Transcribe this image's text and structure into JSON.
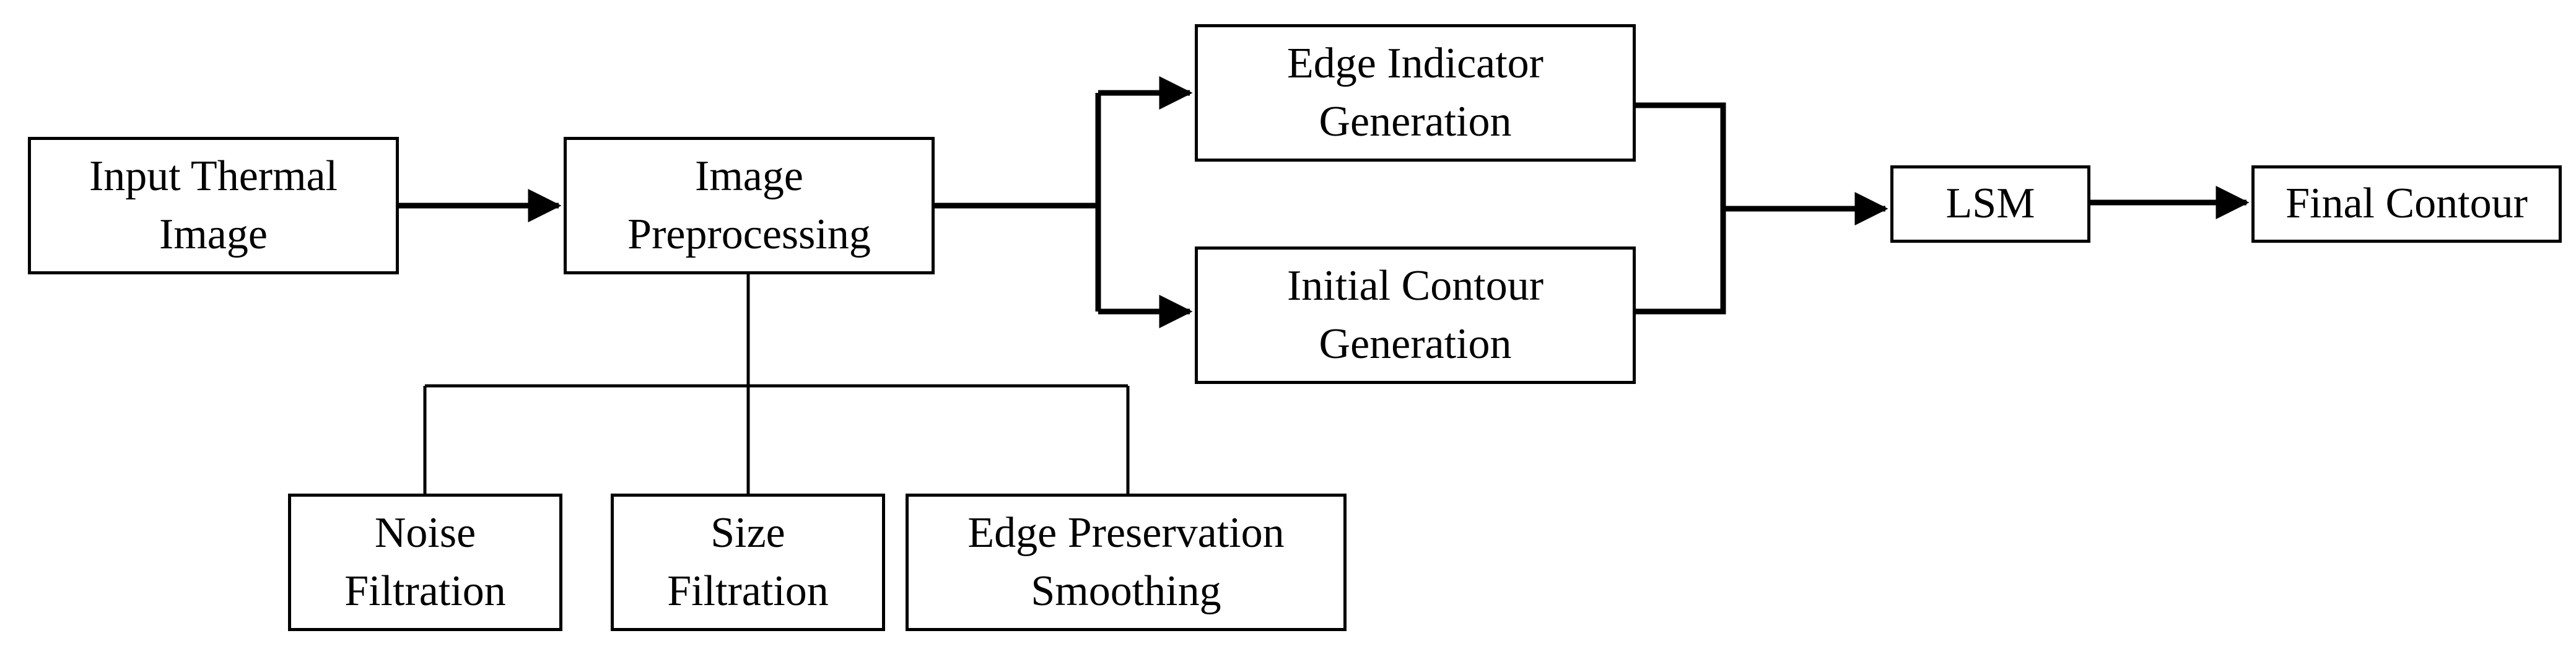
{
  "diagram": {
    "nodes": {
      "input": {
        "lines": [
          "Input Thermal",
          "Image"
        ]
      },
      "preprocessing": {
        "lines": [
          "Image",
          "Preprocessing"
        ]
      },
      "edge_indicator": {
        "lines": [
          "Edge Indicator",
          "Generation"
        ]
      },
      "initial_contour": {
        "lines": [
          "Initial Contour",
          "Generation"
        ]
      },
      "lsm": {
        "lines": [
          "LSM"
        ]
      },
      "final_contour": {
        "lines": [
          "Final Contour"
        ]
      },
      "noise_filtration": {
        "lines": [
          "Noise",
          "Filtration"
        ]
      },
      "size_filtration": {
        "lines": [
          "Size",
          "Filtration"
        ]
      },
      "edge_preservation": {
        "lines": [
          "Edge Preservation",
          "Smoothing"
        ]
      }
    },
    "edges": [
      {
        "from": "Input Thermal Image",
        "to": "Image Preprocessing",
        "arrow": true
      },
      {
        "from": "Image Preprocessing",
        "to": "Edge Indicator Generation",
        "arrow": true
      },
      {
        "from": "Image Preprocessing",
        "to": "Initial Contour Generation",
        "arrow": true
      },
      {
        "from": "Edge Indicator Generation",
        "to": "LSM",
        "arrow": true
      },
      {
        "from": "Initial Contour Generation",
        "to": "LSM",
        "arrow": true
      },
      {
        "from": "LSM",
        "to": "Final Contour",
        "arrow": true
      },
      {
        "from": "Image Preprocessing",
        "to": "Noise Filtration",
        "arrow": false
      },
      {
        "from": "Image Preprocessing",
        "to": "Size Filtration",
        "arrow": false
      },
      {
        "from": "Image Preprocessing",
        "to": "Edge Preservation Smoothing",
        "arrow": false
      }
    ]
  }
}
